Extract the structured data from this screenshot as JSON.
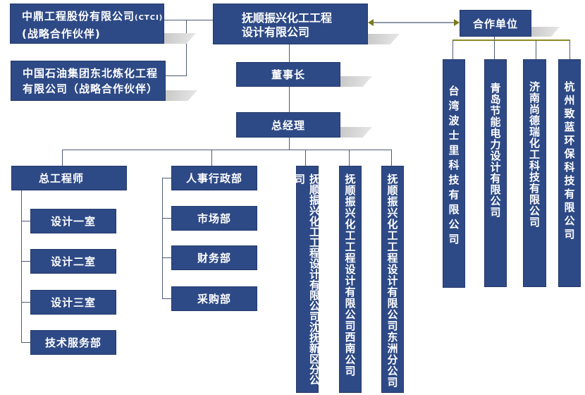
{
  "partners_strategic": [
    {
      "name": "中鼎工程股份有限公司",
      "abbr": "(CTCI)",
      "note": "(战略合作伙伴)"
    },
    {
      "name": "中国石油集团东北炼化工程",
      "line2": "有限公司（战略合作伙伴）"
    }
  ],
  "main": {
    "line1": "抚顺振兴化工工程",
    "line2": "设计有限公司"
  },
  "chairman": "董事长",
  "gm": "总经理",
  "chief_engineer": {
    "label": "总工程师",
    "subs": [
      "设计一室",
      "设计二室",
      "设计三室",
      "技术服务部"
    ]
  },
  "departments": [
    "人事行政部",
    "市场部",
    "财务部",
    "采购部"
  ],
  "branches": [
    "抚顺振兴化工工程设计有限公司沈抚新区分公司",
    "抚顺振兴化工工程设计有限公司西南公司",
    "抚顺振兴化工工程设计有限公司东洲分公司"
  ],
  "cooperation": {
    "label": "合作单位",
    "units": [
      "台湾波士里科技有限公司",
      "青岛节能电力设计有限公司",
      "济南尚德瑞化工科技有限公司",
      "杭州致蓝环保科技有限公司"
    ]
  },
  "colors": {
    "box": "#2e4a86",
    "line": "#4d5a75",
    "arrow": "#8a8a22"
  }
}
